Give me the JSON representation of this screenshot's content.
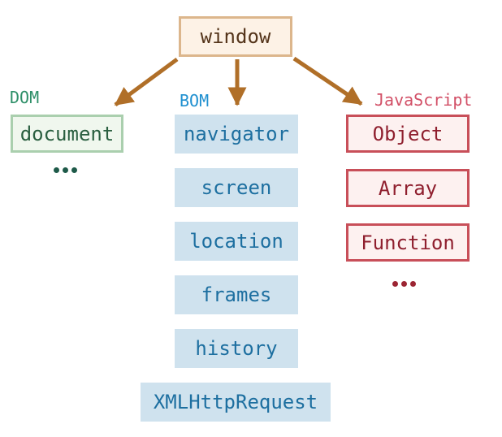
{
  "root": {
    "label": "window"
  },
  "groups": [
    {
      "name": "DOM",
      "items": [
        "document"
      ],
      "more": "..."
    },
    {
      "name": "BOM",
      "items": [
        "navigator",
        "screen",
        "location",
        "frames",
        "history",
        "XMLHttpRequest"
      ]
    },
    {
      "name": "JavaScript",
      "items": [
        "Object",
        "Array",
        "Function"
      ],
      "more": "..."
    }
  ],
  "colors": {
    "arrow": "#b06f28",
    "window_border": "#dcb68c",
    "window_bg": "#fdf2e6",
    "window_text": "#54341a",
    "dom_label": "#2e8f68",
    "dom_box_border": "#aacfae",
    "dom_box_bg": "#f0f7ee",
    "dom_box_text": "#2a5f40",
    "dom_dots": "#1e5a49",
    "bom_label": "#2090d0",
    "bom_box_bg": "#cfe2ee",
    "bom_box_text": "#1d6fa0",
    "js_label": "#d25067",
    "js_box_border": "#c84f59",
    "js_box_bg": "#fdf1f0",
    "js_box_text": "#8f1f2e",
    "js_dots": "#9c2533"
  }
}
